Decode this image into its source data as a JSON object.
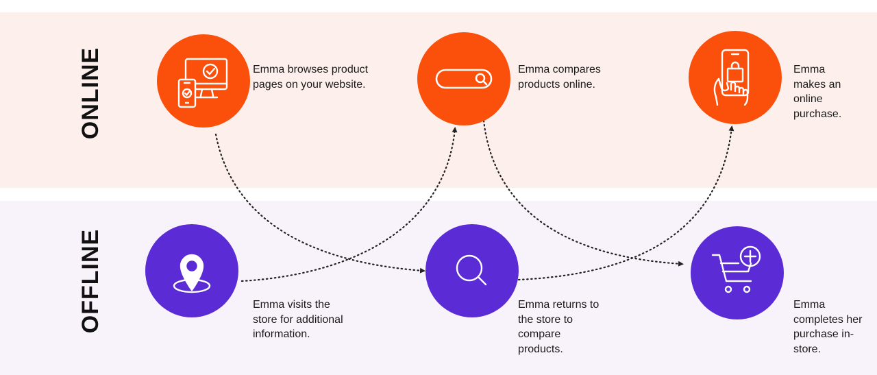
{
  "colors": {
    "online_band": "#fdf0ec",
    "offline_band": "#f8f3fa",
    "online_node": "#fb4f0c",
    "offline_node": "#5b2bd6",
    "text": "#1a1a1a",
    "connector": "#222222"
  },
  "lanes": {
    "online": "ONLINE",
    "offline": "OFFLINE"
  },
  "steps": [
    {
      "channel": "online",
      "icon": "devices-check-icon",
      "text": "Emma browses product pages on your website."
    },
    {
      "channel": "offline",
      "icon": "location-pin-icon",
      "text": "Emma visits the store for additional information."
    },
    {
      "channel": "online",
      "icon": "search-bar-icon",
      "text": "Emma compares products online."
    },
    {
      "channel": "offline",
      "icon": "magnifier-icon",
      "text": "Emma returns to the store to compare products."
    },
    {
      "channel": "online",
      "icon": "phone-shopping-bag-icon",
      "text": "Emma makes an online purchase."
    },
    {
      "channel": "offline",
      "icon": "cart-add-icon",
      "text": "Emma completes her purchase in-store."
    }
  ]
}
